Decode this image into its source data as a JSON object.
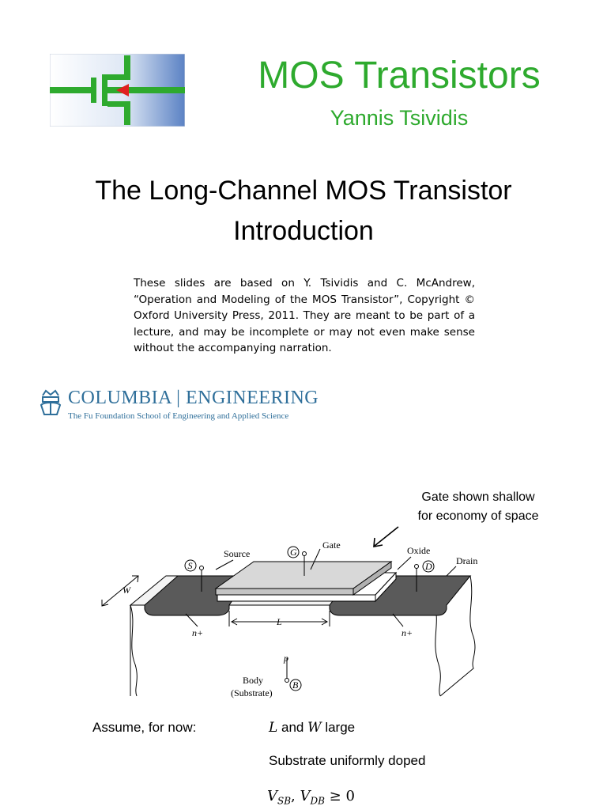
{
  "header": {
    "title": "MOS Transistors",
    "author": "Yannis Tsividis",
    "accent_color": "#2eaa2e"
  },
  "logo_icon": "mos-transistor-symbol-icon",
  "headings": {
    "line1": "The Long-Channel MOS Transistor",
    "line2": "Introduction"
  },
  "disclaimer": "These slides are based on Y. Tsividis and C. McAndrew, “Operation and Modeling of the MOS Transistor”, Copyright © Oxford University Press, 2011. They are meant to be part of a lecture, and may be incomplete or may not even make sense without the accompanying narration.",
  "institution": {
    "name": "COLUMBIA | ENGINEERING",
    "subtitle": "The Fu Foundation School of Engineering and Applied Science",
    "color": "#2f6f9a",
    "icon": "columbia-crown-icon"
  },
  "callout": {
    "line1": "Gate shown shallow",
    "line2": "for economy of space"
  },
  "diagram": {
    "labels": {
      "source": "Source",
      "gate": "Gate",
      "oxide": "Oxide",
      "drain": "Drain",
      "s_terminal": "S",
      "g_terminal": "G",
      "d_terminal": "D",
      "b_terminal": "B",
      "width": "W",
      "length": "L",
      "n_left": "n+",
      "n_right": "n+",
      "p": "p",
      "body": "Body",
      "substrate": "(Substrate)"
    }
  },
  "assumptions": {
    "intro": "Assume, for now:",
    "item1_text": " and ",
    "item1_L": "L",
    "item1_W": "W",
    "item1_tail": " large",
    "item2": "Substrate uniformly doped",
    "item3_a": "V",
    "item3_a_sub": "SB",
    "item3_sep": ",   ",
    "item3_b": "V",
    "item3_b_sub": "DB",
    "item3_rel": " ≥ 0"
  }
}
